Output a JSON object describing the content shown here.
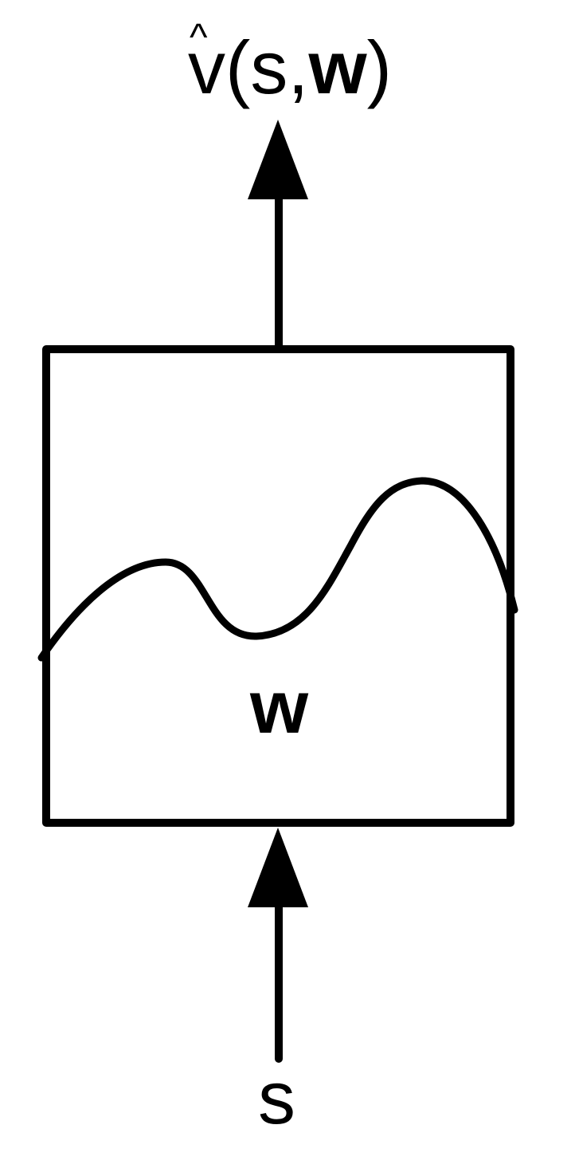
{
  "diagram": {
    "output": {
      "hat": "^",
      "symbol": "v",
      "open_paren": "(",
      "state": "s",
      "comma": ",",
      "weights": "w",
      "close_paren": ")"
    },
    "box_label": "w",
    "input_label": "s"
  },
  "colors": {
    "stroke": "#000000",
    "background": "#ffffff"
  }
}
